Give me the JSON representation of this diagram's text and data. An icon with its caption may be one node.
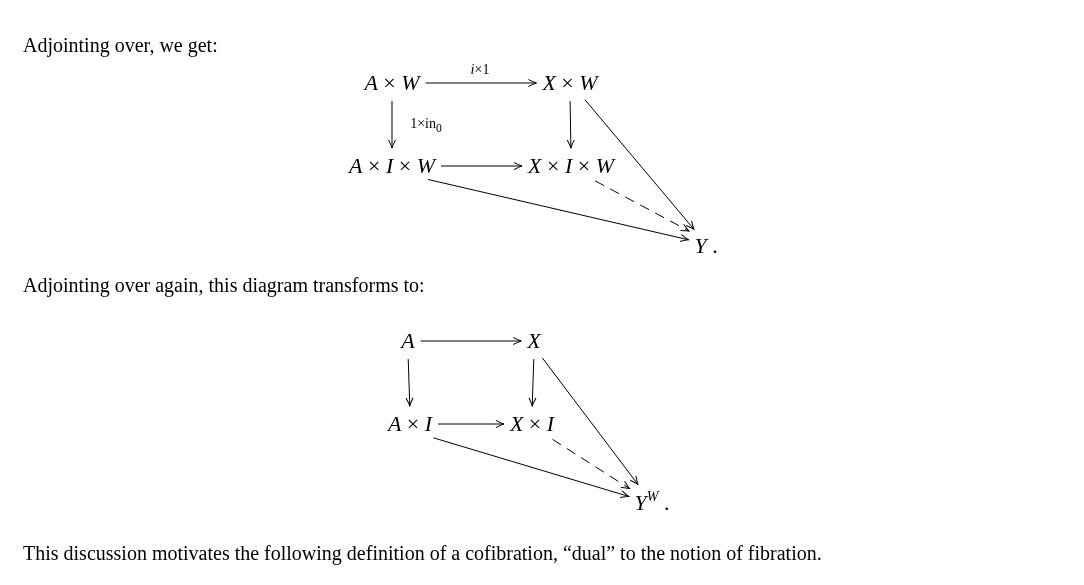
{
  "diagram": {
    "nodes": [
      {
        "text": [
          "*A* × *W*"
        ]
      },
      {
        "text": [
          "*X* × *W*"
        ]
      },
      {
        "text": [
          "*A* × *I* × *W*"
        ]
      },
      {
        "text": [
          "*X* × *I* × *W*"
        ]
      },
      {
        "text": [
          "*Y* ."
        ]
      },
      {
        "text": [
          "*A*"
        ]
      },
      {
        "text": [
          "*X*"
        ]
      },
      {
        "text": [
          "*A* × *I*"
        ]
      },
      {
        "text": [
          "*X* × *I*"
        ]
      },
      {
        "text": [
          "*Y*$^{W}$ ."
        ]
      }
    ],
    "edges": [
      {
        "from": 0,
        "to": 1,
        "arrow": "to",
        "label": "*i*×1"
      },
      {
        "from": 0,
        "to": 2,
        "arrow": "to",
        "label": "1×in$_{0}$"
      },
      {
        "from": 1,
        "to": 3,
        "arrow": "to"
      },
      {
        "from": 2,
        "to": 3,
        "arrow": "to"
      },
      {
        "from": 2,
        "to": 4,
        "arrow": "to"
      },
      {
        "from": 3,
        "to": 4,
        "arrow": "to",
        "style": "dashed"
      },
      {
        "from": 1,
        "to": 4,
        "arrow": "to"
      },
      {
        "from": 5,
        "to": 6,
        "arrow": "to"
      },
      {
        "from": 5,
        "to": 7,
        "arrow": "to"
      },
      {
        "from": 6,
        "to": 8,
        "arrow": "to"
      },
      {
        "from": 7,
        "to": 8,
        "arrow": "to"
      },
      {
        "from": 7,
        "to": 9,
        "arrow": "to"
      },
      {
        "from": 8,
        "to": 9,
        "arrow": "to",
        "style": "dashed"
      },
      {
        "from": 6,
        "to": 9,
        "arrow": "to"
      }
    ],
    "labels": [
      "Adjointing over, we get:",
      "Adjointing over again, this diagram transforms to:",
      "This discussion motivates the following definition of a cofibration, “dual” to the notion of fibration."
    ]
  }
}
